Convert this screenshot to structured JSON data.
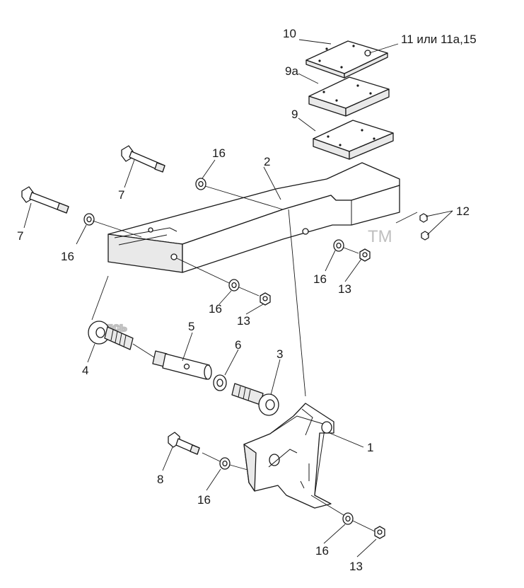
{
  "watermark": {
    "text": "эпсь",
    "tm": "TM",
    "color": "#bfbfbf"
  },
  "labels": {
    "top_plate": "10",
    "top_plate_alt": "11 или 11а,15",
    "middle_plate": "9а",
    "lower_plate": "9",
    "beam": "2",
    "bolt_top": "7",
    "bolt_left": "7",
    "washer_top": "16",
    "washer_left": "16",
    "nuts_right": "12",
    "washer_right": "16",
    "nut_right": "13",
    "washer_mid": "16",
    "nut_mid": "13",
    "sleeve": "5",
    "rod_end_left": "4",
    "washer_6": "6",
    "rod_end_right": "3",
    "bracket": "1",
    "bolt_bottom": "8",
    "washer_bottom_left": "16",
    "washer_bottom_right": "16",
    "nut_bottom": "13"
  }
}
